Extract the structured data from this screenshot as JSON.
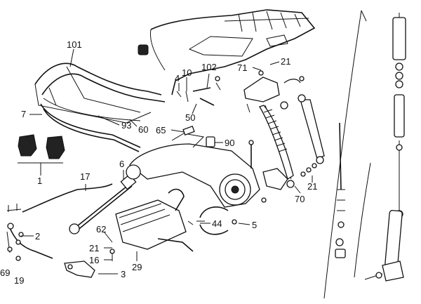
{
  "callouts": [
    {
      "id": "c101",
      "text": "101"
    },
    {
      "id": "c7",
      "text": "7"
    },
    {
      "id": "c93",
      "text": "93"
    },
    {
      "id": "c60",
      "text": "60"
    },
    {
      "id": "c1",
      "text": "1"
    },
    {
      "id": "c17",
      "text": "17"
    },
    {
      "id": "c6",
      "text": "6"
    },
    {
      "id": "c2",
      "text": "2"
    },
    {
      "id": "c69",
      "text": "69"
    },
    {
      "id": "c19",
      "text": "19"
    },
    {
      "id": "c62",
      "text": "62"
    },
    {
      "id": "c21a",
      "text": "21"
    },
    {
      "id": "c16",
      "text": "16"
    },
    {
      "id": "c3",
      "text": "3"
    },
    {
      "id": "c29",
      "text": "29"
    },
    {
      "id": "c44",
      "text": "44"
    },
    {
      "id": "c5",
      "text": "5"
    },
    {
      "id": "c4",
      "text": "4"
    },
    {
      "id": "c10",
      "text": "10"
    },
    {
      "id": "c102",
      "text": "102"
    },
    {
      "id": "c50",
      "text": "50"
    },
    {
      "id": "c65",
      "text": "65"
    },
    {
      "id": "c90",
      "text": "90"
    },
    {
      "id": "c71",
      "text": "71"
    },
    {
      "id": "c21b",
      "text": "21"
    },
    {
      "id": "c21c",
      "text": "21"
    },
    {
      "id": "c70",
      "text": "70"
    }
  ]
}
